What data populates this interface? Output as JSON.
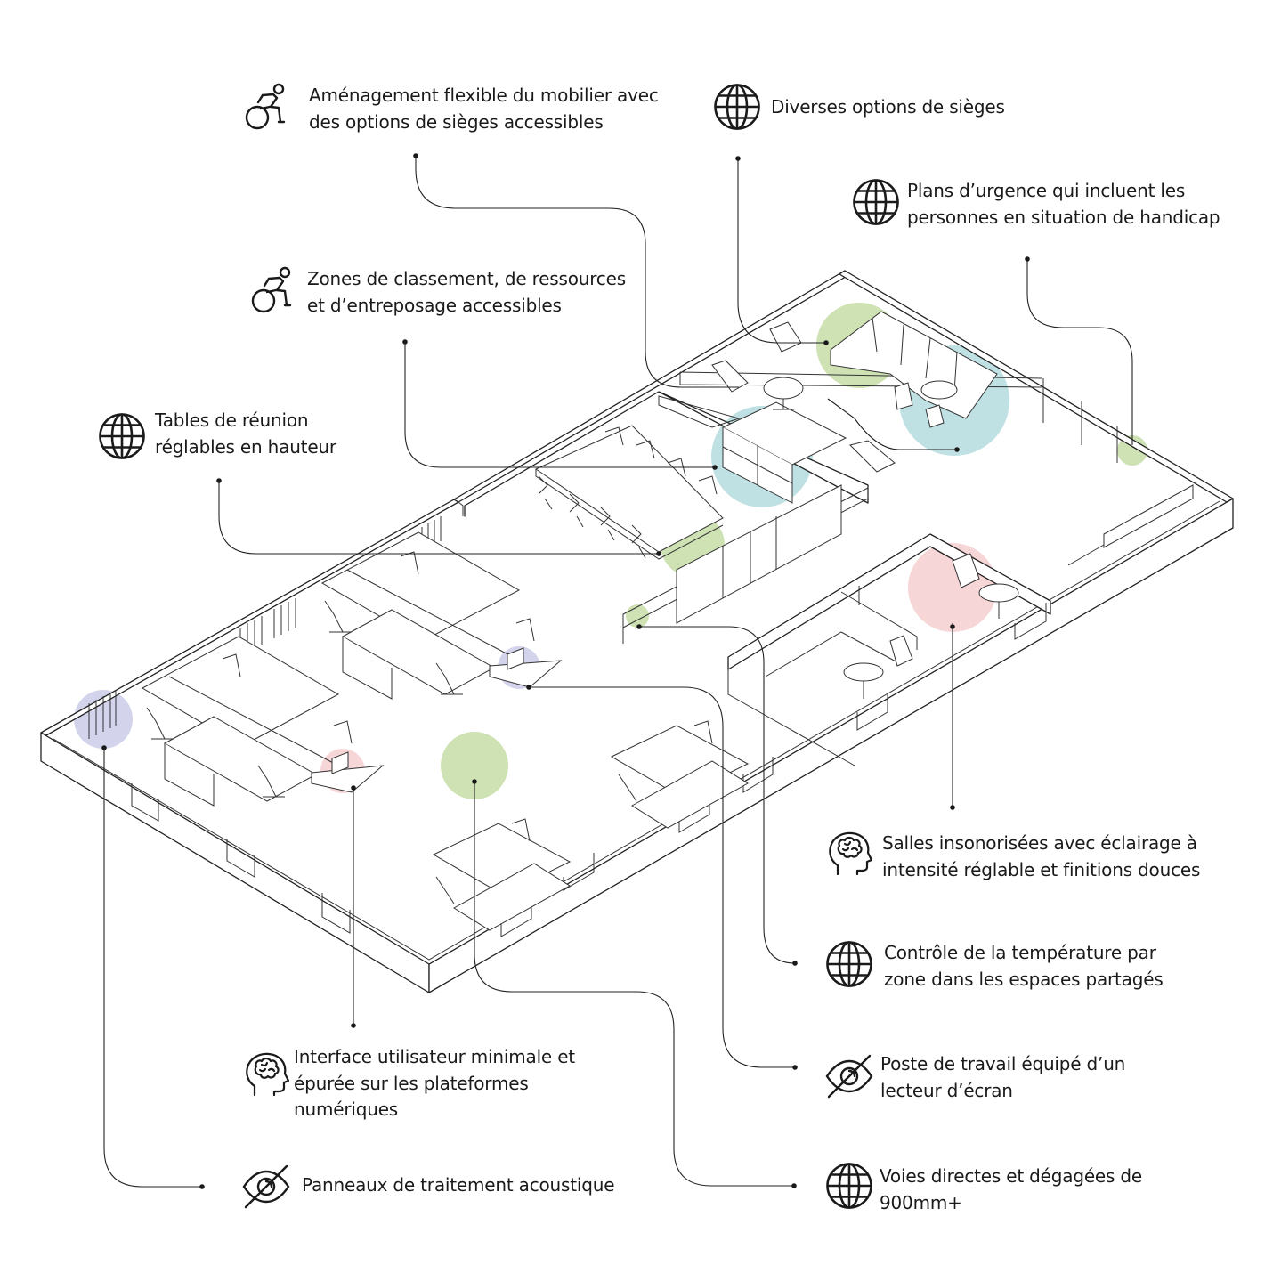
{
  "colors": {
    "green": "#cfe2b4",
    "teal": "#bfe1e4",
    "pink": "#f7d6d8",
    "purple": "#d3d3ec",
    "line": "#222222"
  },
  "labels": {
    "flex_furniture": [
      "Aménagement flexible du mobilier avec",
      "des options de sièges accessibles"
    ],
    "seating_options": [
      "Diverses options de sièges"
    ],
    "emergency_plans": [
      "Plans d’urgence qui incluent les",
      "personnes en situation de handicap"
    ],
    "storage_zones": [
      "Zones de classement, de ressources",
      "et d’entreposage accessibles"
    ],
    "meeting_tables": [
      "Tables de réunion",
      "réglables en hauteur"
    ],
    "soundproof_rooms": [
      "Salles insonorisées avec éclairage à",
      "intensité réglable et finitions douces"
    ],
    "temperature_control": [
      "Contrôle de la température par",
      "zone dans les espaces partagés"
    ],
    "screen_reader": [
      "Poste de travail équipé d’un",
      "lecteur d’écran"
    ],
    "clear_paths": [
      "Voies directes et dégagées de",
      "900mm+"
    ],
    "minimal_ui": [
      "Interface utilisateur minimale et",
      "épurée sur les plateformes",
      "numériques"
    ],
    "acoustic_panels": [
      "Panneaux de traitement acoustique"
    ]
  },
  "icons": {
    "flex_furniture": "wheelchair-icon",
    "seating_options": "globe-icon",
    "emergency_plans": "globe-icon",
    "storage_zones": "wheelchair-icon",
    "meeting_tables": "globe-icon",
    "soundproof_rooms": "brain-icon",
    "temperature_control": "globe-icon",
    "screen_reader": "eye-slash-icon",
    "clear_paths": "globe-icon",
    "minimal_ui": "brain-icon",
    "acoustic_panels": "eye-slash-icon"
  }
}
